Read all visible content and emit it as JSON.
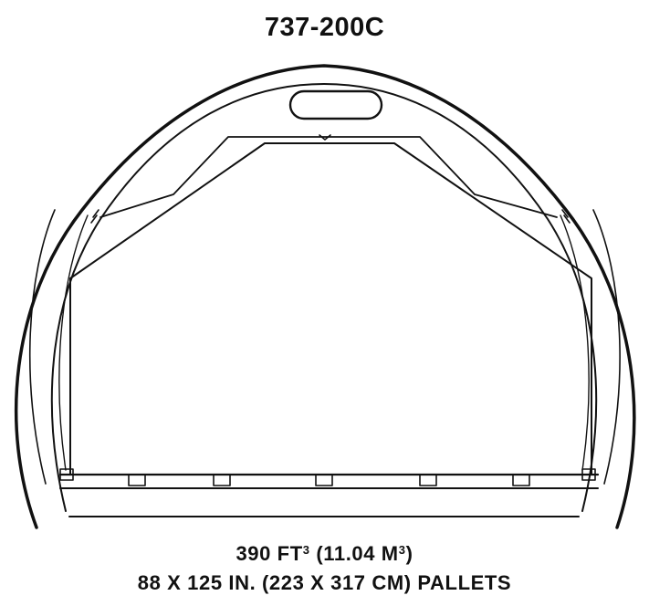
{
  "diagram": {
    "title": "737-200C",
    "volume": {
      "ft_value": "390 FT",
      "ft_exponent": "3",
      "m_value": "(11.04 M",
      "m_exponent": "3",
      "close": ")"
    },
    "pallets": "88 X 125 IN. (223 X 317 CM) PALLETS",
    "colors": {
      "ink": "#111111",
      "background": "#ffffff"
    }
  }
}
